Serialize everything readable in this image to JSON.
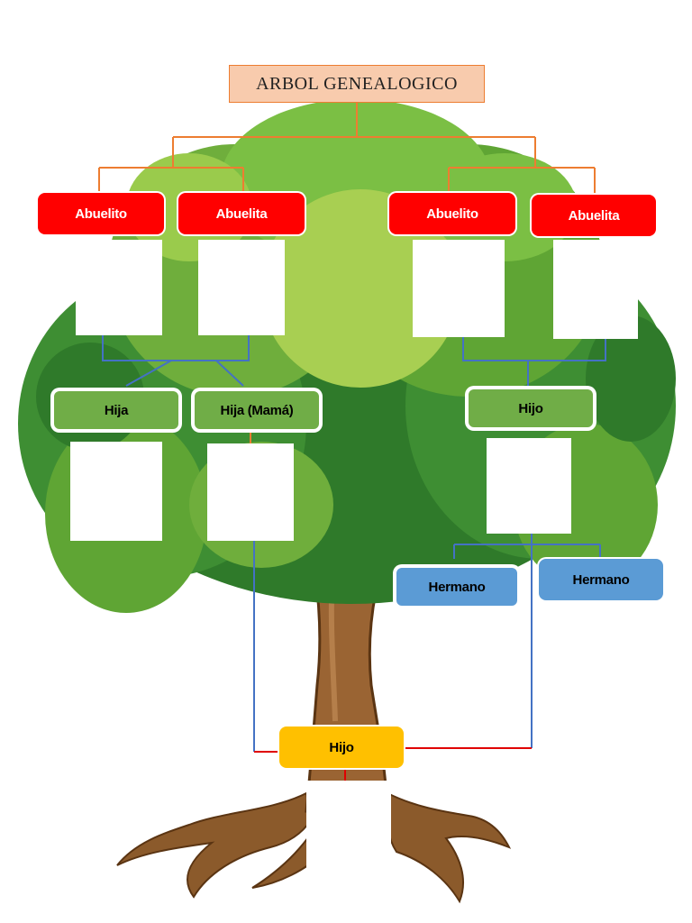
{
  "title": "ARBOL GENEALOGICO",
  "grandparents": [
    "Abuelito",
    "Abuelita",
    "Abuelito",
    "Abuelita"
  ],
  "parents": [
    "Hija",
    "Hija (Mamá)",
    "Hijo"
  ],
  "siblings": [
    "Hermano",
    "Hermano"
  ],
  "child": "Hijo",
  "colors": {
    "title_fill": "#f8cbad",
    "title_border": "#ed7d31",
    "grandparent": "#ff0000",
    "parent": "#70ad47",
    "sibling": "#5b9bd5",
    "child": "#ffc000",
    "connector_orange": "#ed7d31",
    "connector_blue": "#4472c4",
    "connector_red": "#e00000"
  }
}
